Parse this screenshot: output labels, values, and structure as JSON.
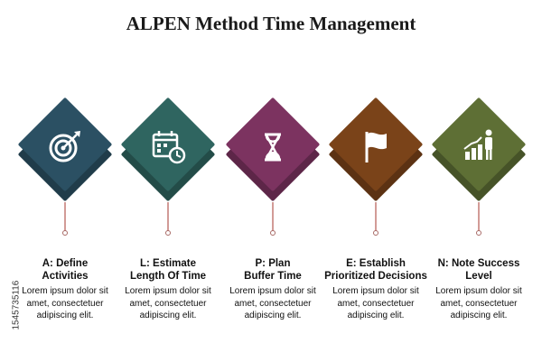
{
  "title": "ALPEN Method Time Management",
  "watermark_side": "1545735116",
  "steps": [
    {
      "heading": "A: Define\nActivities",
      "body": "Lorem ipsum dolor sit\namet, consectetuer\nadipiscing elit.",
      "color": "#2b5063",
      "icon": "target-arrow-icon"
    },
    {
      "heading": "L: Estimate\nLength Of Time",
      "body": "Lorem ipsum dolor sit\namet, consectetuer\nadipiscing elit.",
      "color": "#2f6560",
      "icon": "calendar-clock-icon"
    },
    {
      "heading": "P: Plan\nBuffer Time",
      "body": "Lorem ipsum dolor sit\namet, consectetuer\nadipiscing elit.",
      "color": "#7c3360",
      "icon": "hourglass-icon"
    },
    {
      "heading": "E: Establish\nPrioritized Decisions",
      "body": "Lorem ipsum dolor sit\namet, consectetuer\nadipiscing elit.",
      "color": "#7a4319",
      "icon": "flag-icon"
    },
    {
      "heading": "N: Note Success\nLevel",
      "body": "Lorem ipsum dolor sit\namet, consectetuer\nadipiscing elit.",
      "color": "#5e6f35",
      "icon": "success-chart-icon"
    }
  ]
}
